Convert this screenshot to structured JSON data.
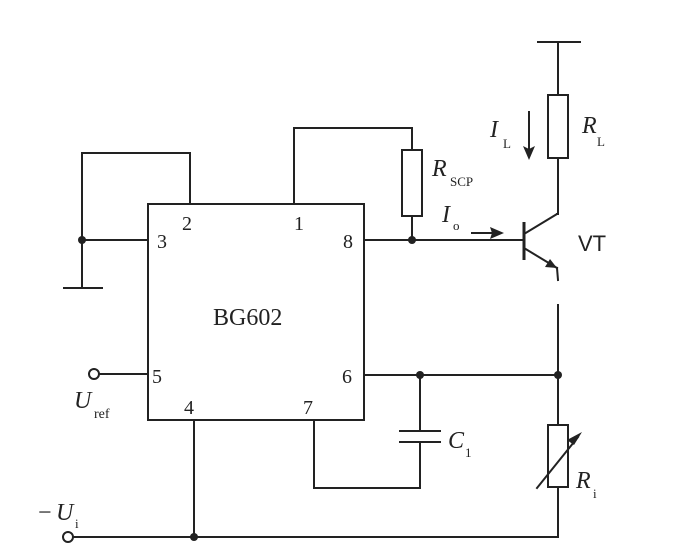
{
  "ic": {
    "name": "BG602",
    "pins": {
      "p1": "1",
      "p2": "2",
      "p3": "3",
      "p4": "4",
      "p5": "5",
      "p6": "6",
      "p7": "7",
      "p8": "8"
    }
  },
  "labels": {
    "il_main": "I",
    "il_sub": "L",
    "rl_main": "R",
    "rl_sub": "L",
    "rscp_main": "R",
    "rscp_sub": "SCP",
    "io_main": "I",
    "io_sub": "o",
    "vt": "VT",
    "uref_main": "U",
    "uref_sub": "ref",
    "c1_main": "C",
    "c1_sub": "1",
    "ri_main": "R",
    "ri_sub": "i",
    "ui_sign": "−",
    "ui_main": "U",
    "ui_sub": "i"
  },
  "colors": {
    "ink": "#222222",
    "background": "#ffffff"
  }
}
